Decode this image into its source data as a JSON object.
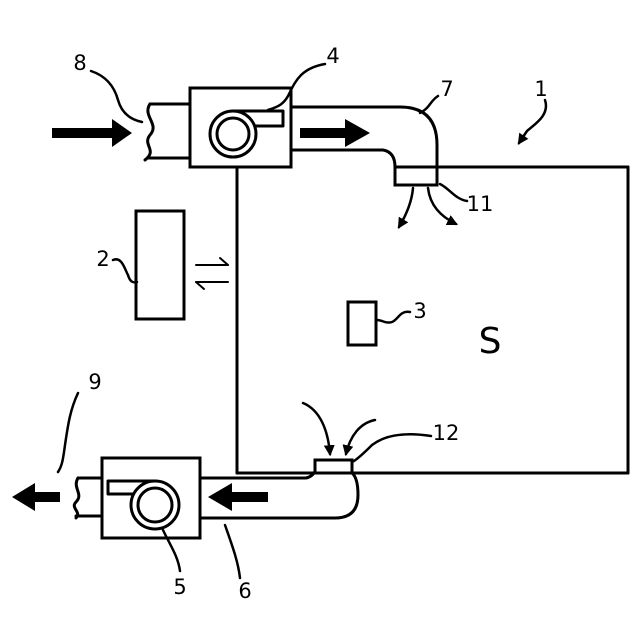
{
  "labels": {
    "ref_1": "1",
    "ref_2": "2",
    "ref_3": "3",
    "ref_4": "4",
    "ref_5": "5",
    "ref_6": "6",
    "ref_7": "7",
    "ref_8": "8",
    "ref_9": "9",
    "ref_11": "11",
    "ref_12": "12",
    "space": "S"
  }
}
